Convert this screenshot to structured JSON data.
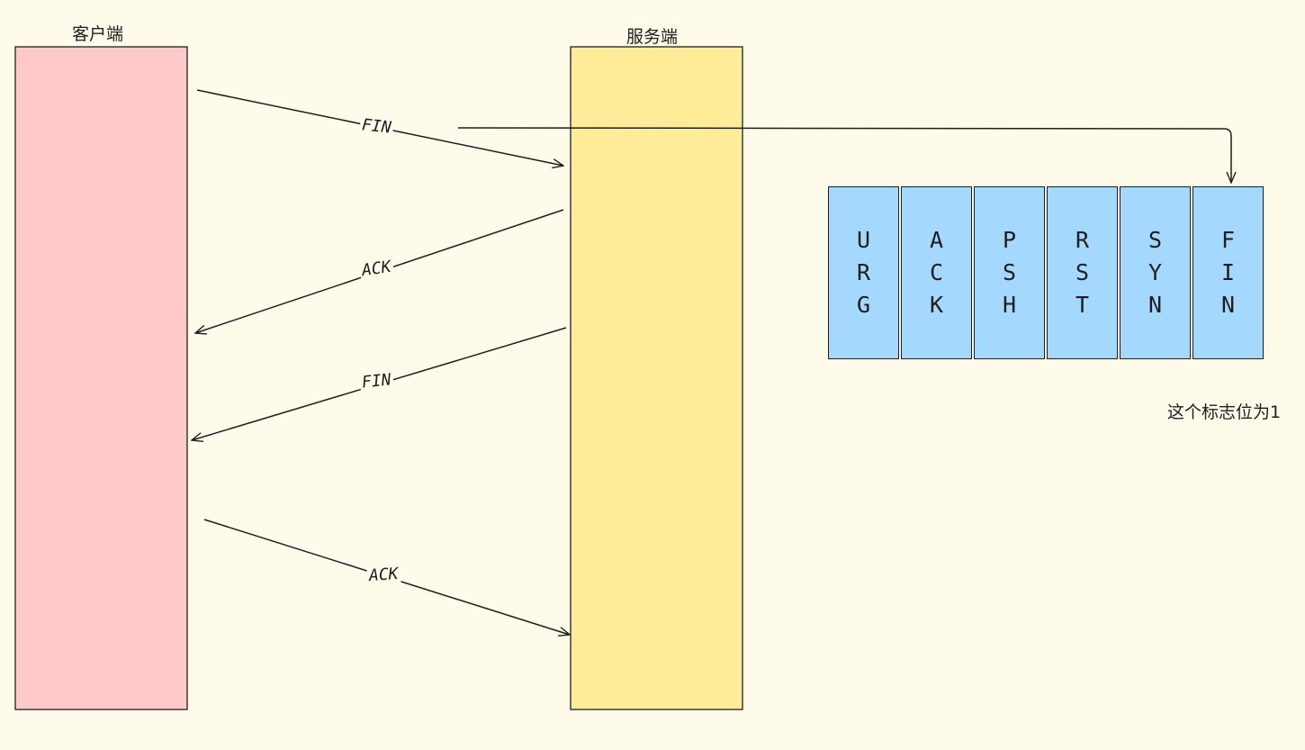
{
  "lanes": {
    "client": {
      "title": "客户端",
      "color": "#ffc9c9"
    },
    "server": {
      "title": "服务端",
      "color": "#ffec99"
    }
  },
  "messages": [
    {
      "label": "FIN",
      "from": "client",
      "to": "server"
    },
    {
      "label": "ACK",
      "from": "server",
      "to": "client"
    },
    {
      "label": "FIN",
      "from": "server",
      "to": "client"
    },
    {
      "label": "ACK",
      "from": "client",
      "to": "server"
    }
  ],
  "flags": {
    "color": "#a5d8ff",
    "cells": [
      {
        "name": "flag-urg",
        "chars": [
          "U",
          "R",
          "G"
        ]
      },
      {
        "name": "flag-ack",
        "chars": [
          "A",
          "C",
          "K"
        ]
      },
      {
        "name": "flag-psh",
        "chars": [
          "P",
          "S",
          "H"
        ]
      },
      {
        "name": "flag-rst",
        "chars": [
          "R",
          "S",
          "T"
        ]
      },
      {
        "name": "flag-syn",
        "chars": [
          "S",
          "Y",
          "N"
        ]
      },
      {
        "name": "flag-fin",
        "chars": [
          "F",
          "I",
          "N"
        ]
      }
    ]
  },
  "note": "这个标志位为1"
}
